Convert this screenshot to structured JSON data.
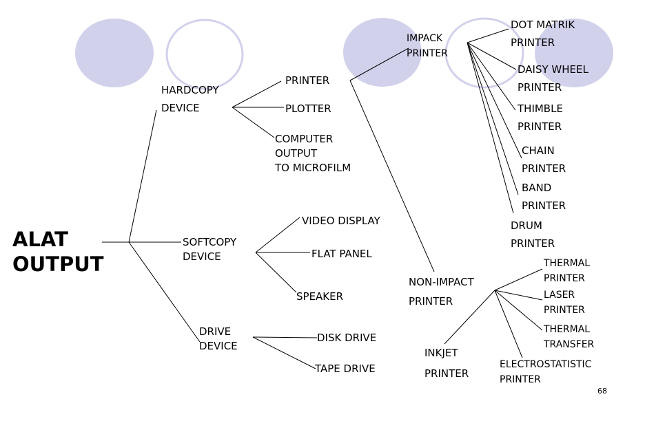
{
  "title": [
    "ALAT",
    "OUTPUT"
  ],
  "hardcopy": {
    "label": [
      "HARDCOPY",
      "DEVICE"
    ],
    "printer": "PRINTER",
    "plotter": "PLOTTER",
    "com": [
      "COMPUTER",
      "OUTPUT",
      "TO MICROFILM"
    ]
  },
  "softcopy": {
    "label": [
      "SOFTCOPY",
      "DEVICE"
    ],
    "video": "VIDEO DISPLAY",
    "flat": "FLAT PANEL",
    "speaker": "SPEAKER"
  },
  "drive": {
    "label": [
      "DRIVE",
      "DEVICE"
    ],
    "disk": "DISK DRIVE",
    "tape": "TAPE DRIVE"
  },
  "impact": {
    "label": [
      "IMPACK",
      "PRINTER"
    ],
    "items": [
      [
        "DOT MATRIK",
        "PRINTER"
      ],
      [
        "DAISY WHEEL",
        "PRINTER"
      ],
      [
        "THIMBLE",
        "PRINTER"
      ],
      [
        "CHAIN",
        "PRINTER"
      ],
      [
        "BAND",
        "PRINTER"
      ],
      [
        "DRUM",
        "PRINTER"
      ]
    ]
  },
  "nonimpact": {
    "label": [
      "NON-IMPACT",
      "PRINTER"
    ],
    "items": [
      [
        "THERMAL",
        "PRINTER"
      ],
      [
        "LASER",
        "PRINTER"
      ],
      [
        "THERMAL",
        "TRANSFER"
      ],
      [
        "ELECTROSTATISTIC",
        "PRINTER"
      ],
      [
        "INKJET",
        "PRINTER"
      ]
    ]
  },
  "page_number": "68",
  "colors": {
    "circle_fill": "#d1d1ec",
    "circle_stroke": "#d1d1ec",
    "line": "#000000"
  }
}
